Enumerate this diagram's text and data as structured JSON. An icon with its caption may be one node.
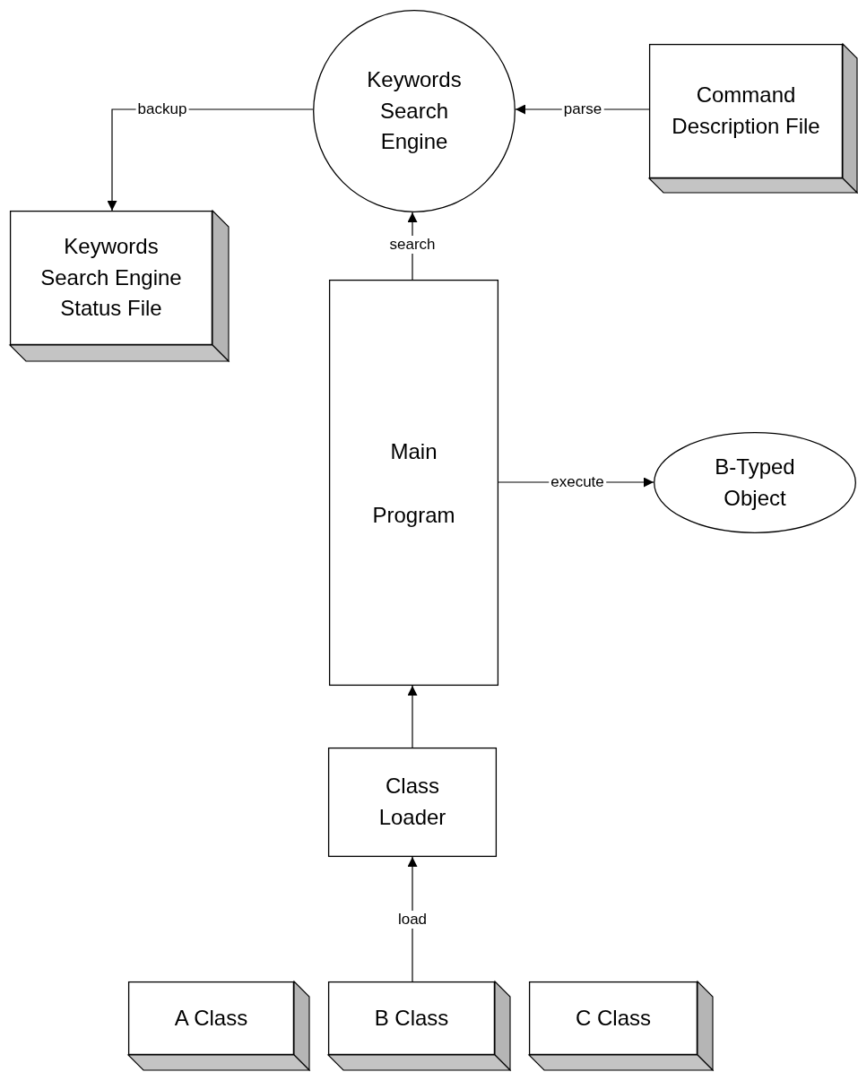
{
  "diagram": {
    "nodes": [
      {
        "text": [
          "Keywords Search Engine"
        ]
      },
      {
        "text": [
          "Command Description File"
        ]
      },
      {
        "text": [
          "Keywords Search Engine Status File"
        ]
      },
      {
        "text": [
          "Main Program"
        ]
      },
      {
        "text": [
          "B-Typed Object"
        ]
      },
      {
        "text": [
          "Class Loader"
        ]
      },
      {
        "text": [
          "A Class"
        ]
      },
      {
        "text": [
          "B Class"
        ]
      },
      {
        "text": [
          "C Class"
        ]
      }
    ],
    "edges": [
      {
        "from": 0,
        "to": 2,
        "arrow": "to",
        "label": "backup"
      },
      {
        "from": 1,
        "to": 0,
        "arrow": "to",
        "label": "parse"
      },
      {
        "from": 3,
        "to": 0,
        "arrow": "to",
        "label": "search"
      },
      {
        "from": 3,
        "to": 4,
        "arrow": "to",
        "label": "execute"
      },
      {
        "from": 5,
        "to": 3,
        "arrow": "to"
      },
      {
        "from": 7,
        "to": 5,
        "arrow": "to",
        "label": "load"
      }
    ]
  }
}
